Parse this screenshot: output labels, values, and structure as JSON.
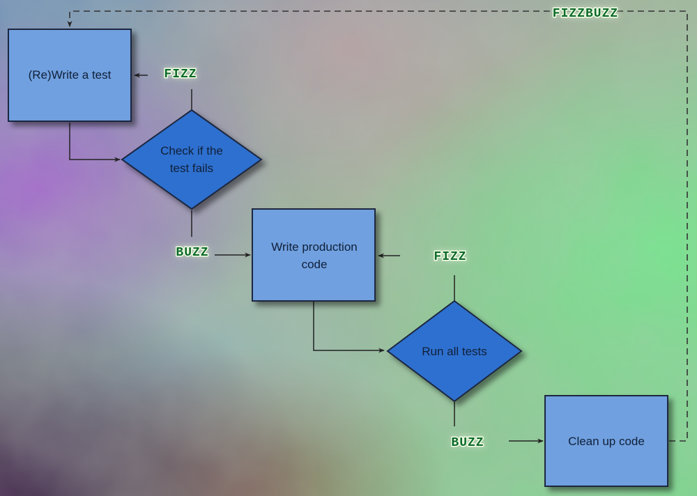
{
  "diagram": {
    "nodes": {
      "write_test": "(Re)Write a test",
      "check_fails_line1": "Check if the",
      "check_fails_line2": "test fails",
      "write_code_line1": "Write production",
      "write_code_line2": "code",
      "run_tests": "Run all tests",
      "clean_up": "Clean up code"
    },
    "tags": {
      "fizz_1": "FIZZ",
      "buzz_1": "BUZZ",
      "fizz_2": "FIZZ",
      "buzz_2": "BUZZ",
      "fizzbuzz": "FIZZBUZZ"
    }
  }
}
